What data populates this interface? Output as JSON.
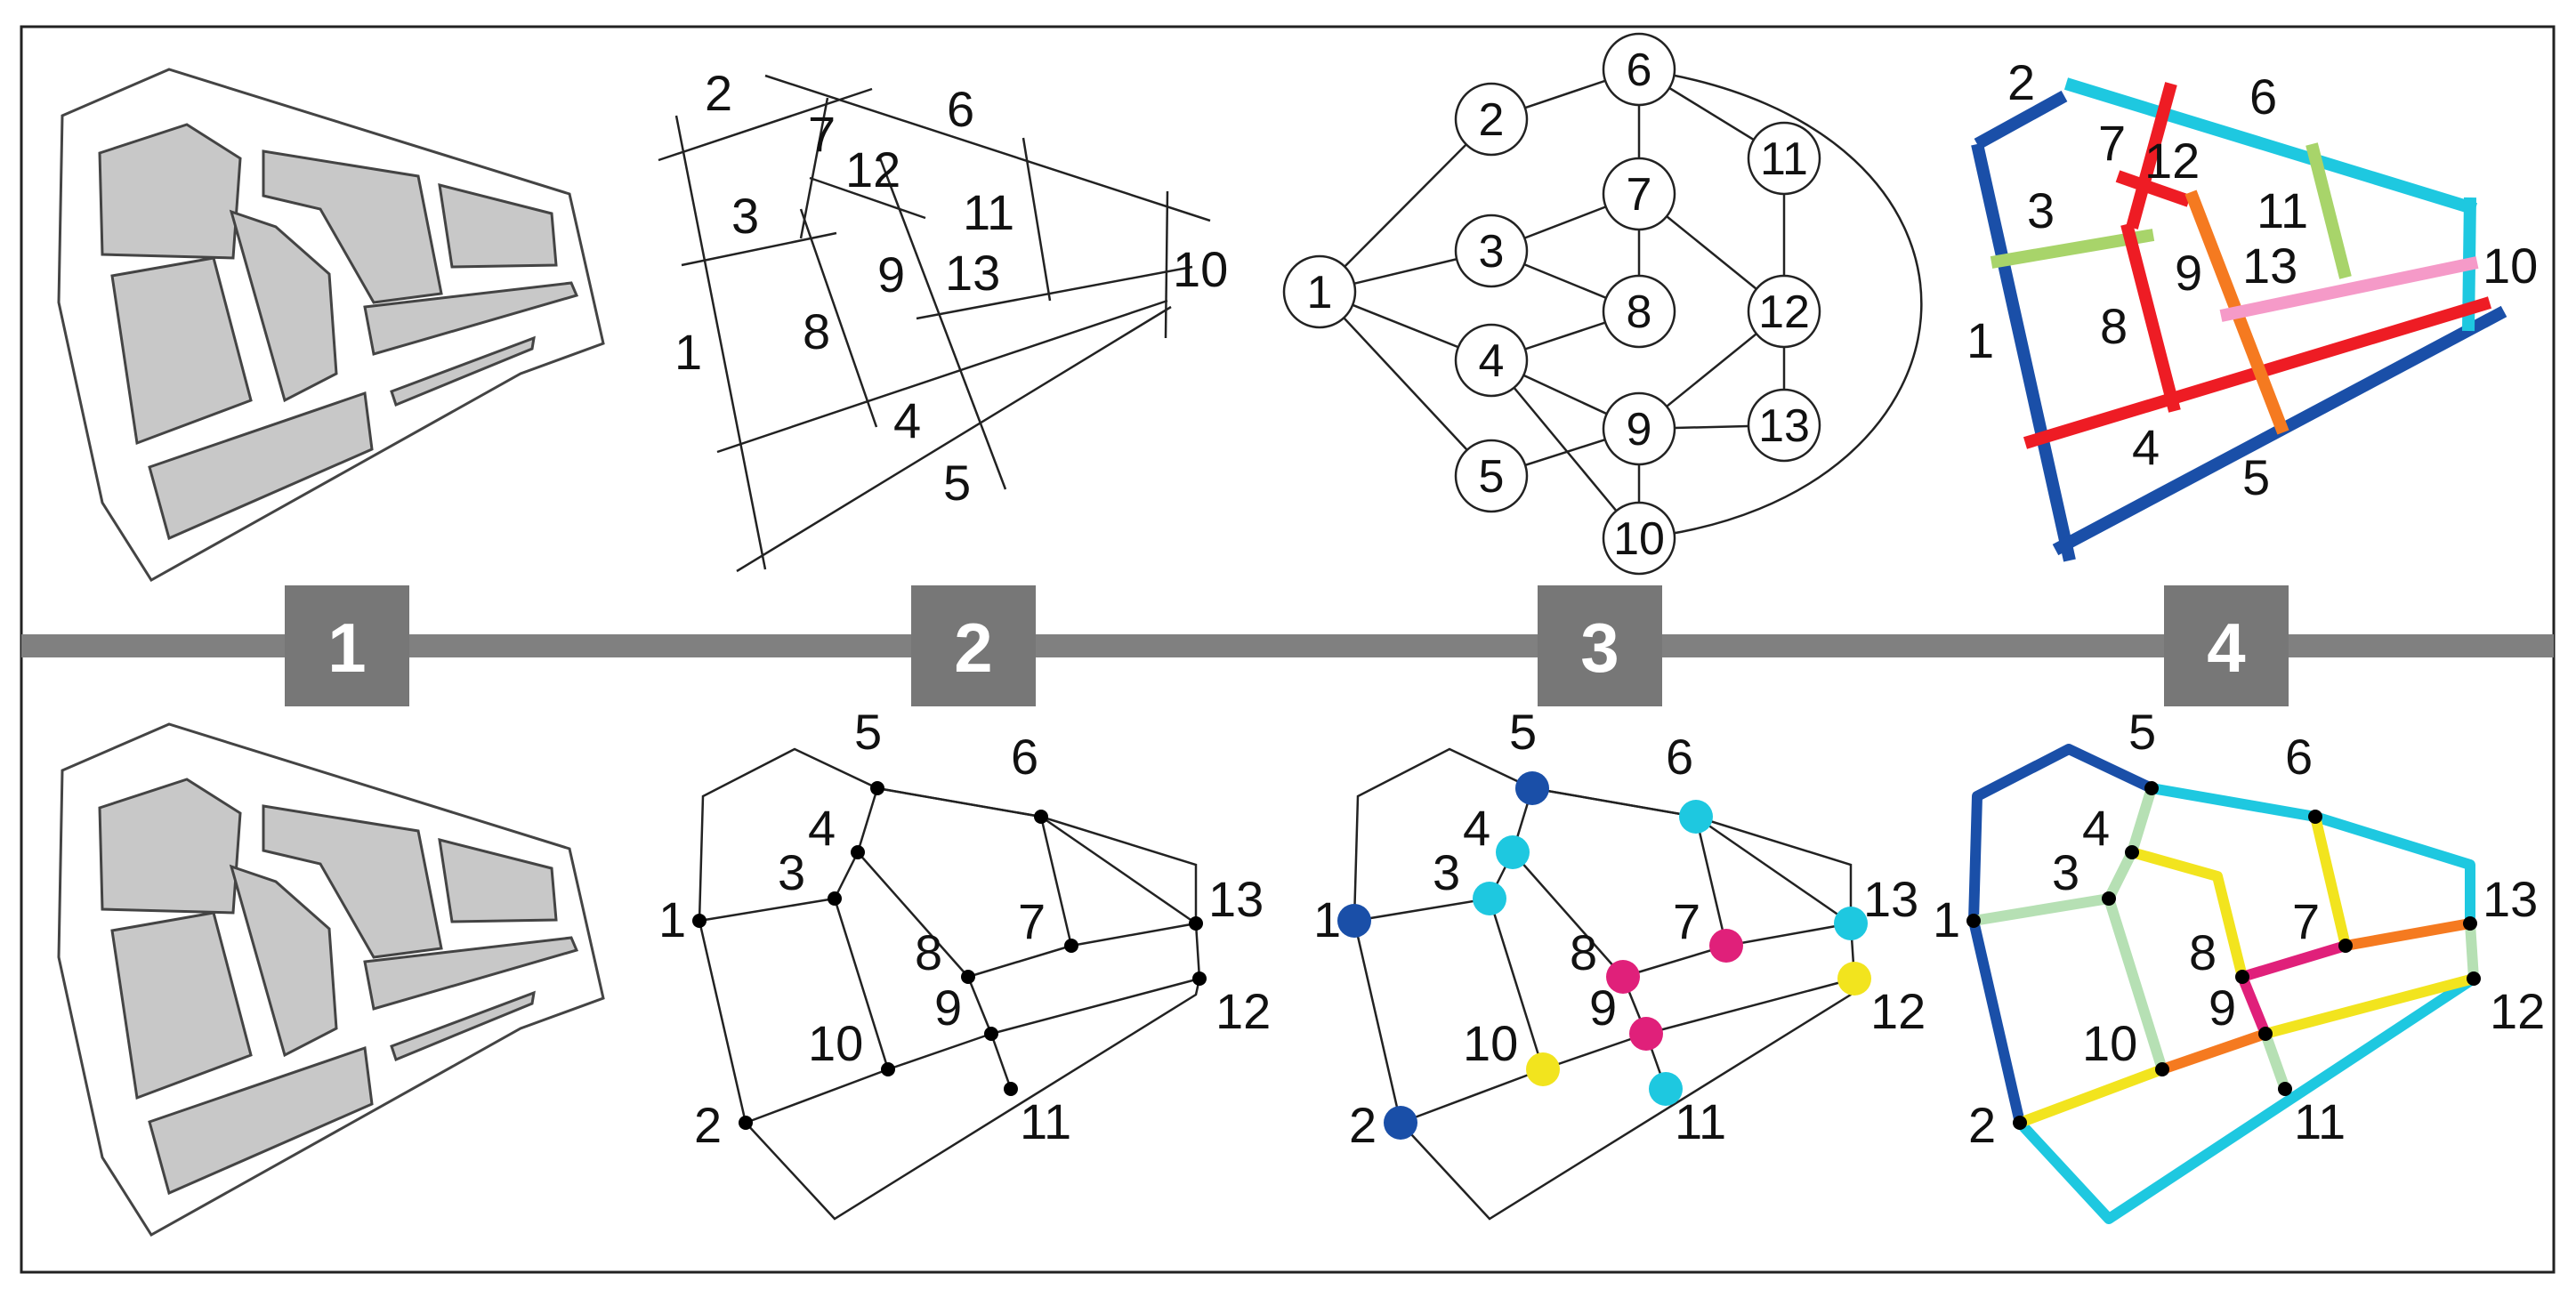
{
  "colors": {
    "block_fill": "#c8c8c8",
    "outline": "#444444",
    "line": "#222222",
    "band": "#808080",
    "step_box": "#777777",
    "step_text": "#ffffff",
    "dark_blue": "#1a4fa8",
    "cyan": "#1ec8e0",
    "red": "#ee1c24",
    "orange": "#f57a20",
    "lime": "#a8d46a",
    "pink": "#f59ac8",
    "magenta": "#e0207a",
    "yellow": "#f2e41e",
    "pale_green": "#b6e0b4"
  },
  "steps": [
    "1",
    "2",
    "3",
    "4"
  ],
  "axial_labels": [
    "1",
    "2",
    "3",
    "4",
    "5",
    "6",
    "7",
    "8",
    "9",
    "10",
    "11",
    "12",
    "13"
  ],
  "graph_nodes": [
    "1",
    "2",
    "3",
    "4",
    "5",
    "6",
    "7",
    "8",
    "9",
    "10",
    "11",
    "12",
    "13"
  ],
  "graph_edges": [
    [
      "1",
      "2"
    ],
    [
      "1",
      "3"
    ],
    [
      "1",
      "4"
    ],
    [
      "1",
      "5"
    ],
    [
      "2",
      "6"
    ],
    [
      "3",
      "7"
    ],
    [
      "3",
      "8"
    ],
    [
      "4",
      "8"
    ],
    [
      "4",
      "9"
    ],
    [
      "4",
      "10"
    ],
    [
      "5",
      "9"
    ],
    [
      "6",
      "7"
    ],
    [
      "6",
      "11"
    ],
    [
      "7",
      "8"
    ],
    [
      "7",
      "12"
    ],
    [
      "9",
      "10"
    ],
    [
      "9",
      "12"
    ],
    [
      "9",
      "13"
    ],
    [
      "6",
      "10"
    ],
    [
      "11",
      "13"
    ]
  ],
  "junction_labels": [
    "1",
    "2",
    "3",
    "4",
    "5",
    "6",
    "7",
    "8",
    "9",
    "10",
    "11",
    "12",
    "13"
  ],
  "junction_colors": {
    "1": "dark_blue",
    "2": "dark_blue",
    "5": "dark_blue",
    "3": "cyan",
    "4": "cyan",
    "6": "cyan",
    "11": "cyan",
    "13": "cyan",
    "7": "magenta",
    "8": "magenta",
    "9": "magenta",
    "10": "yellow",
    "12": "yellow"
  }
}
